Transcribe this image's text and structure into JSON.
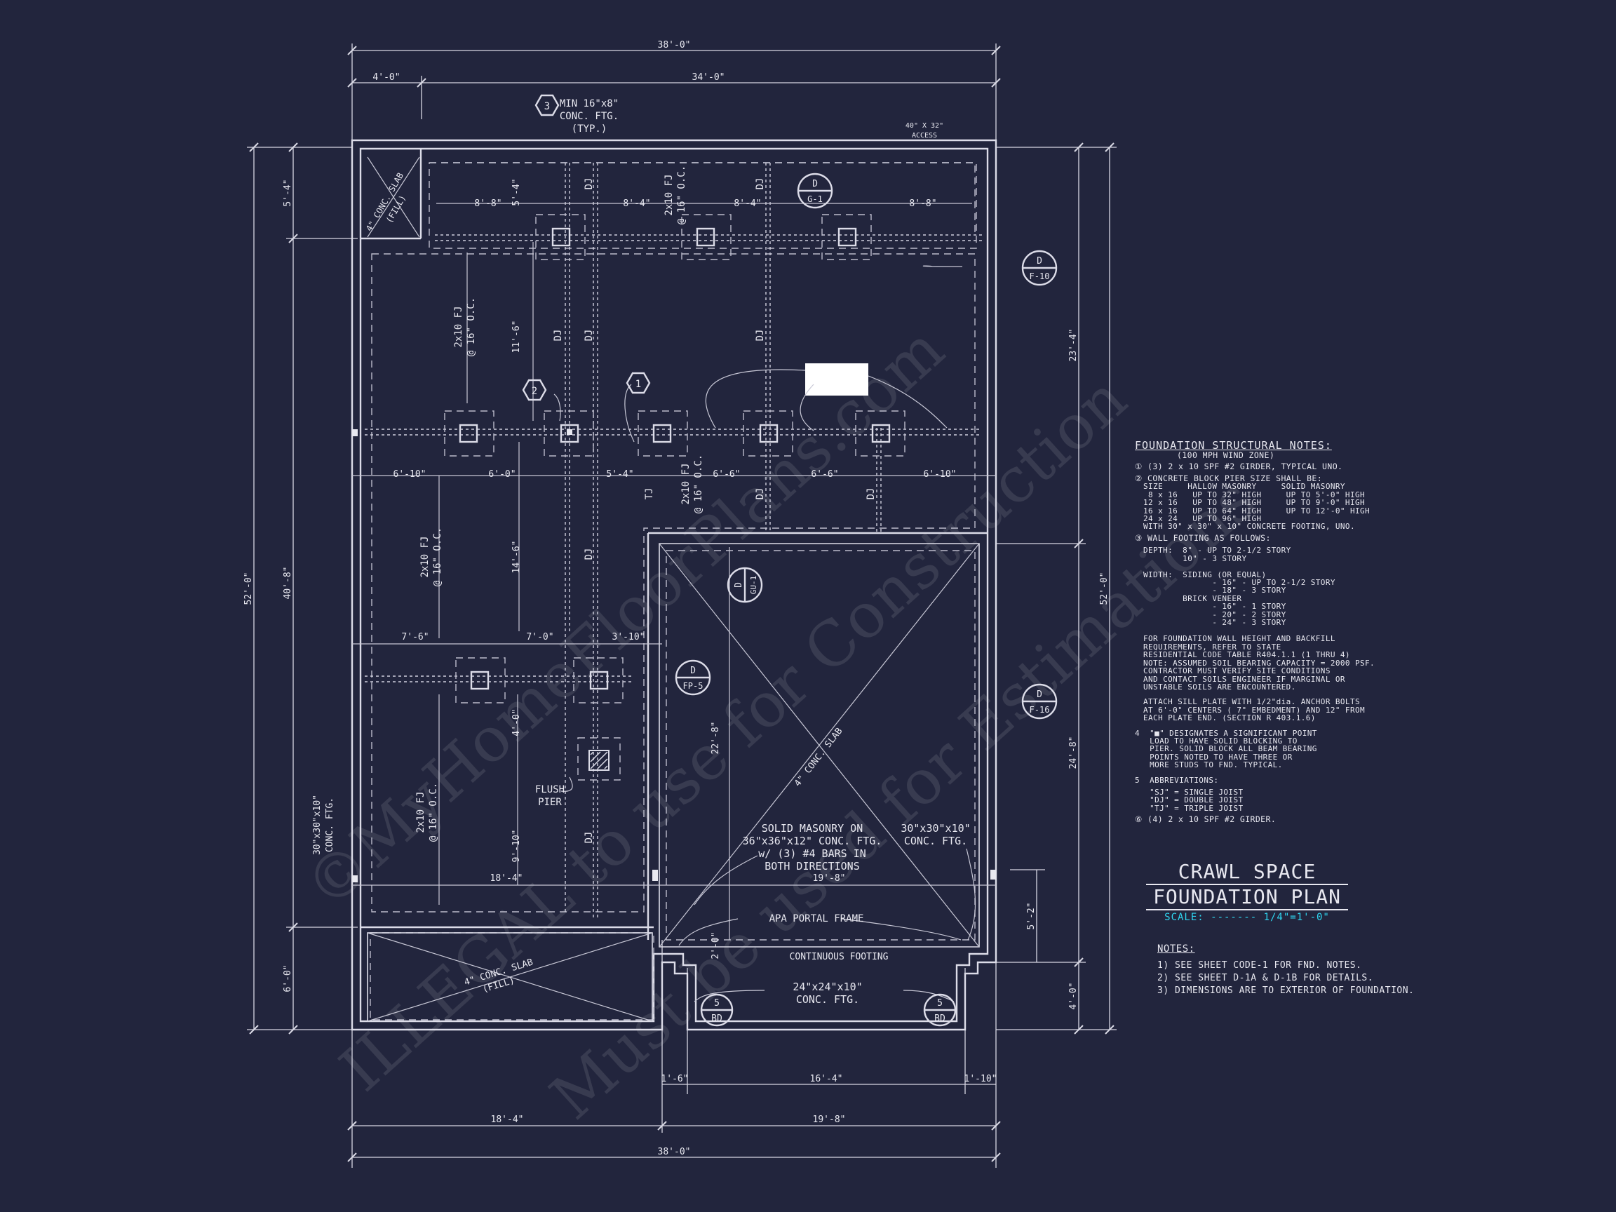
{
  "dimensions": {
    "overall_top": "38'-0\"",
    "overall_bottom": "38'-0\"",
    "top_left": "4'-0\"",
    "top_right": "34'-0\"",
    "bottom_left": "18'-4\"",
    "bottom_right": "19'-8\"",
    "bottom_seg_a": "1'-6\"",
    "bottom_seg_b": "16'-4\"",
    "bottom_seg_c": "1'-10\"",
    "left_overall": "52'-0\"",
    "left_top": "5'-4\"",
    "left_mid": "40'-8\"",
    "left_bottom": "6'-0\"",
    "right_overall": "52'-0\"",
    "right_top": "23'-4\"",
    "right_mid": "24'-8\"",
    "right_bottom": "4'-0\"",
    "right_step": "5'-2\"",
    "row1": [
      "8'-8\"",
      "5'-4\"",
      "8'-4\"",
      "8'-4\"",
      "8'-8\""
    ],
    "row2": [
      "6'-10\"",
      "6'-0\"",
      "5'-4\"",
      "6'-6\"",
      "6'-6\"",
      "6'-10\""
    ],
    "row3": [
      "7'-6\"",
      "7'-0\"",
      "3'-10\""
    ],
    "row4": [
      "18'-4\"",
      "19'-8\""
    ],
    "vert_a": "11'-6\"",
    "vert_b": "14'-6\"",
    "vert_c": "4'-0\"",
    "vert_d": "9'-10\"",
    "vert_e": "22'-8\"",
    "vert_f": "2'-0\""
  },
  "labels": {
    "min_ftg_1": "MIN 16\"x8\"",
    "min_ftg_2": "CONC. FTG.",
    "min_ftg_3": "(TYP.)",
    "access_1": "40\" X 32\"",
    "access_2": "ACCESS",
    "slab_top_1": "4\" CONC. SLAB",
    "slab_top_2": "(FILL)",
    "joist_1": "2x10 FJ",
    "joist_2": "@ 16\" O.C.",
    "dj": "DJ",
    "tj": "TJ",
    "flush_1": "FLUSH",
    "flush_2": "PIER",
    "garage_slab": "4\" CONC. SLAB",
    "solid_masonry": [
      "SOLID MASONRY ON",
      "36\"x36\"x12\" CONC. FTG.",
      "w/ (3) #4 BARS IN",
      "BOTH DIRECTIONS"
    ],
    "ftg30_right": [
      "30\"x30\"x10\"",
      "CONC. FTG."
    ],
    "ftg30_left": [
      "30\"x30\"x10\"",
      "CONC. FTG."
    ],
    "portal_frame": "APA PORTAL FRAME",
    "continuous_footing": "CONTINUOUS FOOTING",
    "ftg24": [
      "24\"x24\"x10\"",
      "CONC. FTG."
    ],
    "slab_bottom_1": "4\" CONC. SLAB",
    "slab_bottom_2": "(FILL)"
  },
  "tags": {
    "hex1": "1",
    "hex2": "2",
    "hex3": "3",
    "g1_top": "D",
    "g1_bottom": "G-1",
    "f10_top": "D",
    "f10_bottom": "F-10",
    "gu1_top": "D",
    "gu1_bottom": "GU-1",
    "fp5_top": "D",
    "fp5_bottom": "FP-5",
    "f16_top": "D",
    "f16_bottom": "F-16",
    "bd_left_top": "5",
    "bd_left_bottom": "BD",
    "bd_right_top": "5",
    "bd_right_bottom": "BD"
  },
  "watermark": {
    "line1": "©MyHomeFloorPlans.com",
    "line2": "ILLEGAL to use for Construction",
    "line3": "Must be used for Estimations"
  },
  "notes": {
    "heading": "FOUNDATION STRUCTURAL NOTES:",
    "sub": "(100 MPH WIND ZONE)",
    "n1": "(3) 2 x 10 SPF #2 GIRDER, TYPICAL UNO.",
    "n2": "CONCRETE BLOCK PIER SIZE SHALL BE:",
    "n2_table": "SIZE     HALLOW MASONRY     SOLID MASONRY\n 8 x 16   UP TO 32\" HIGH     UP TO 5'-0\" HIGH\n12 x 16   UP TO 48\" HIGH     UP TO 9'-0\" HIGH\n16 x 16   UP TO 64\" HIGH     UP TO 12'-0\" HIGH\n24 x 24   UP TO 96\" HIGH\nWITH 30\" x 30\" x 10\" CONCRETE FOOTING, UNO.",
    "n3": "WALL FOOTING AS FOLLOWS:",
    "n3_body": "DEPTH:  8\" - UP TO 2-1/2 STORY\n        10\" - 3 STORY\n\nWIDTH:  SIDING (OR EQUAL)\n              - 16\" - UP TO 2-1/2 STORY\n              - 18\" - 3 STORY\n        BRICK VENEER\n              - 16\" - 1 STORY\n              - 20\" - 2 STORY\n              - 24\" - 3 STORY",
    "n3_para1": "FOR FOUNDATION WALL HEIGHT AND BACKFILL\nREQUIREMENTS, REFER TO STATE\nRESIDENTIAL CODE TABLE R404.1.1 (1 THRU 4)\nNOTE: ASSUMED SOIL BEARING CAPACITY = 2000 PSF.\nCONTRACTOR MUST VERIFY SITE CONDITIONS\nAND CONTACT SOILS ENGINEER IF MARGINAL OR\nUNSTABLE SOILS ARE ENCOUNTERED.",
    "n3_para2": "ATTACH SILL PLATE WITH 1/2\"dia. ANCHOR BOLTS\nAT 6'-0\" CENTERS ( 7\" EMBEDMENT) AND 12\" FROM\nEACH PLATE END. (SECTION R 403.1.6)",
    "n4": "4  \"■\" DESIGNATES A SIGNIFICANT POINT\n   LOAD TO HAVE SOLID BLOCKING TO\n   PIER. SOLID BLOCK ALL BEAM BEARING\n   POINTS NOTED TO HAVE THREE OR\n   MORE STUDS TO FND. TYPICAL.",
    "n5": "5  ABBREVIATIONS:",
    "n5_body": "   \"SJ\" = SINGLE JOIST\n   \"DJ\" = DOUBLE JOIST\n   \"TJ\" = TRIPLE JOIST",
    "n6": "(4) 2 x 10 SPF #2 GIRDER."
  },
  "title": {
    "line1": "CRAWL SPACE",
    "line2": "FOUNDATION PLAN",
    "scale": "SCALE: ------- 1/4\"=1'-0\""
  },
  "general_notes": {
    "heading": "NOTES:",
    "items": [
      "1)  SEE SHEET CODE-1 FOR FND. NOTES.",
      "2)  SEE SHEET D-1A & D-1B FOR DETAILS.",
      "3)  DIMENSIONS ARE TO EXTERIOR OF FOUNDATION."
    ]
  }
}
